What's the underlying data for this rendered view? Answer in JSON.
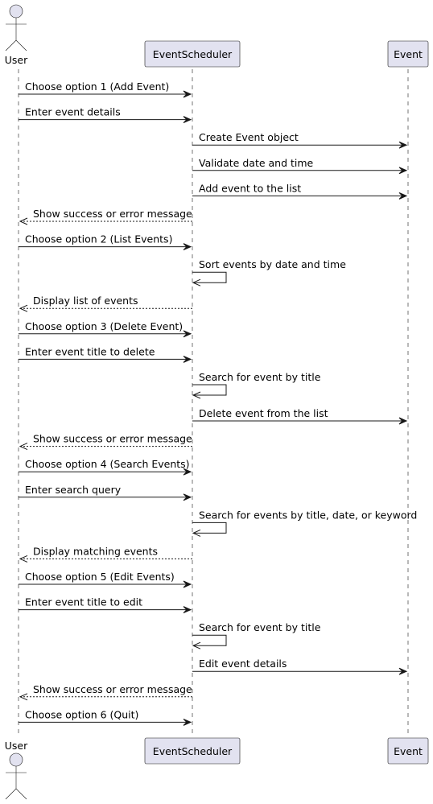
{
  "diagram": {
    "participants": {
      "user": {
        "label": "User"
      },
      "scheduler": {
        "label": "EventScheduler"
      },
      "event": {
        "label": "Event"
      }
    },
    "messages": [
      {
        "from": "user",
        "to": "scheduler",
        "text": "Choose option 1 (Add Event)",
        "style": "solid"
      },
      {
        "from": "user",
        "to": "scheduler",
        "text": "Enter event details",
        "style": "solid"
      },
      {
        "from": "scheduler",
        "to": "event",
        "text": "Create Event object",
        "style": "solid"
      },
      {
        "from": "scheduler",
        "to": "event",
        "text": "Validate date and time",
        "style": "solid"
      },
      {
        "from": "scheduler",
        "to": "event",
        "text": "Add event to the list",
        "style": "solid"
      },
      {
        "from": "scheduler",
        "to": "user",
        "text": "Show success or error message",
        "style": "dashed"
      },
      {
        "from": "user",
        "to": "scheduler",
        "text": "Choose option 2 (List Events)",
        "style": "solid"
      },
      {
        "from": "scheduler",
        "to": "scheduler",
        "text": "Sort events by date and time",
        "style": "self"
      },
      {
        "from": "scheduler",
        "to": "user",
        "text": "Display list of events",
        "style": "dashed"
      },
      {
        "from": "user",
        "to": "scheduler",
        "text": "Choose option 3 (Delete Event)",
        "style": "solid"
      },
      {
        "from": "user",
        "to": "scheduler",
        "text": "Enter event title to delete",
        "style": "solid"
      },
      {
        "from": "scheduler",
        "to": "scheduler",
        "text": "Search for event by title",
        "style": "self"
      },
      {
        "from": "scheduler",
        "to": "event",
        "text": "Delete event from the list",
        "style": "solid"
      },
      {
        "from": "scheduler",
        "to": "user",
        "text": "Show success or error message",
        "style": "dashed"
      },
      {
        "from": "user",
        "to": "scheduler",
        "text": "Choose option 4 (Search Events)",
        "style": "solid"
      },
      {
        "from": "user",
        "to": "scheduler",
        "text": "Enter search query",
        "style": "solid"
      },
      {
        "from": "scheduler",
        "to": "scheduler",
        "text": "Search for events by title, date, or keyword",
        "style": "self"
      },
      {
        "from": "scheduler",
        "to": "user",
        "text": "Display matching events",
        "style": "dashed"
      },
      {
        "from": "user",
        "to": "scheduler",
        "text": "Choose option 5 (Edit Events)",
        "style": "solid"
      },
      {
        "from": "user",
        "to": "scheduler",
        "text": "Enter event title to edit",
        "style": "solid"
      },
      {
        "from": "scheduler",
        "to": "scheduler",
        "text": "Search for event by title",
        "style": "self"
      },
      {
        "from": "scheduler",
        "to": "event",
        "text": "Edit event details",
        "style": "solid"
      },
      {
        "from": "scheduler",
        "to": "user",
        "text": "Show success or error message",
        "style": "dashed"
      },
      {
        "from": "user",
        "to": "scheduler",
        "text": "Choose option 6 (Quit)",
        "style": "solid"
      }
    ]
  }
}
